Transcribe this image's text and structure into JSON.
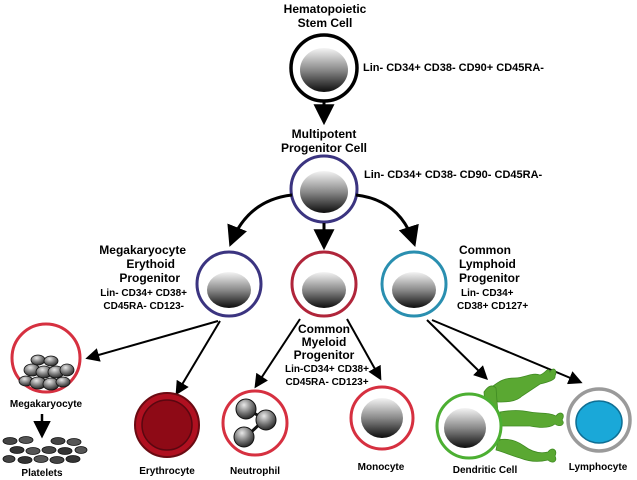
{
  "diagram": {
    "hsc": {
      "title": [
        "Hematopoietic",
        "Stem Cell"
      ],
      "markers": "Lin- CD34+ CD38- CD90+ CD45RA-",
      "ring_color": "#000000"
    },
    "mpp": {
      "title": [
        "Multipotent",
        "Progenitor Cell"
      ],
      "markers": "Lin- CD34+ CD38- CD90- CD45RA-",
      "ring_color": "#3b3480"
    },
    "mep": {
      "title": [
        "Megakaryocyte",
        "Erythoid",
        "Progenitor"
      ],
      "markers": [
        "Lin- CD34+ CD38+",
        "CD45RA- CD123-"
      ],
      "ring_color": "#3b3480"
    },
    "cmp": {
      "title": [
        "Common",
        "Myeloid",
        "Progenitor"
      ],
      "markers": [
        "Lin-CD34+ CD38+",
        "CD45RA- CD123+"
      ],
      "ring_color": "#b0253a"
    },
    "clp": {
      "title": [
        "Common",
        "Lymphoid",
        "Progenitor"
      ],
      "markers": [
        "Lin- CD34+",
        "CD38+ CD127+"
      ],
      "ring_color": "#2a8fb0"
    },
    "mature": {
      "megakaryocyte": {
        "label": "Megakaryocyte",
        "ring_color": "#d63040"
      },
      "platelets": {
        "label": "Platelets"
      },
      "erythrocyte": {
        "label": "Erythrocyte",
        "fill_color": "#b01020"
      },
      "neutrophil": {
        "label": "Neutrophil",
        "ring_color": "#d63040"
      },
      "monocyte": {
        "label": "Monocyte",
        "ring_color": "#d63040"
      },
      "dendritic": {
        "label": "Dendritic Cell",
        "ring_color": "#4caf32",
        "process_color": "#5aa832"
      },
      "lymphocyte": {
        "label": "Lymphocyte",
        "ring_color": "#9a9a9a",
        "nucleus_color": "#1aa8d8"
      }
    }
  }
}
